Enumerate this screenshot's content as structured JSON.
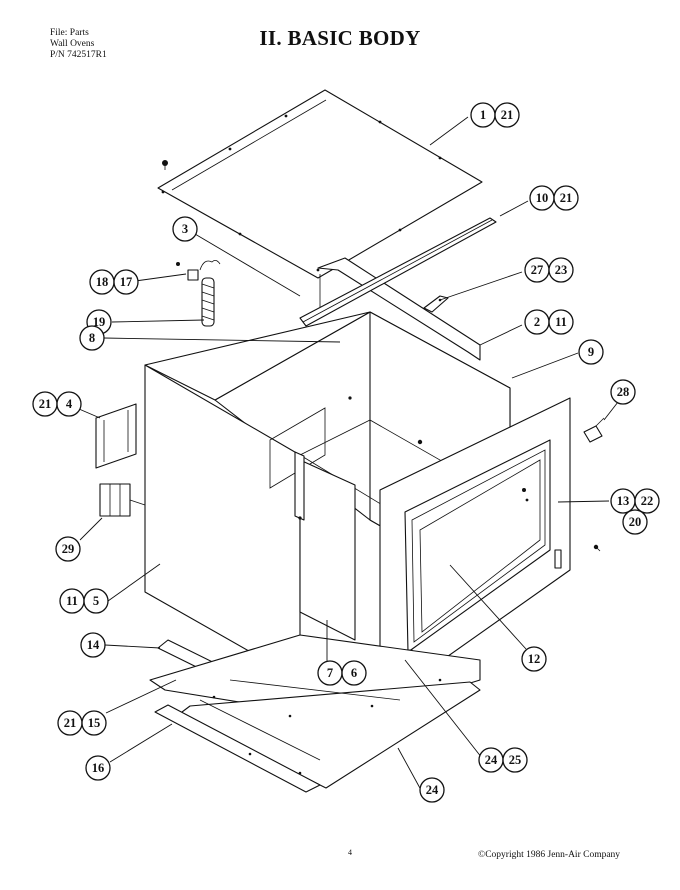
{
  "header": {
    "file_lines": [
      "File: Parts",
      "Wall Ovens",
      "P/N 742517R1"
    ],
    "title": "II. BASIC BODY"
  },
  "callouts": [
    [
      "1",
      "21"
    ],
    [
      "10",
      "21"
    ],
    [
      "3"
    ],
    [
      "27",
      "23"
    ],
    [
      "18",
      "17"
    ],
    [
      "19"
    ],
    [
      "2",
      "11"
    ],
    [
      "8"
    ],
    [
      "9"
    ],
    [
      "21",
      "4"
    ],
    [
      "28"
    ],
    [
      "13",
      "22",
      "20"
    ],
    [
      "29"
    ],
    [
      "11",
      "5"
    ],
    [
      "12"
    ],
    [
      "14"
    ],
    [
      "7",
      "6"
    ],
    [
      "21",
      "15"
    ],
    [
      "24",
      "25"
    ],
    [
      "16"
    ],
    [
      "24"
    ]
  ],
  "footer": {
    "page_number": "4",
    "copyright": "©Copyright 1986 Jenn-Air Company"
  }
}
